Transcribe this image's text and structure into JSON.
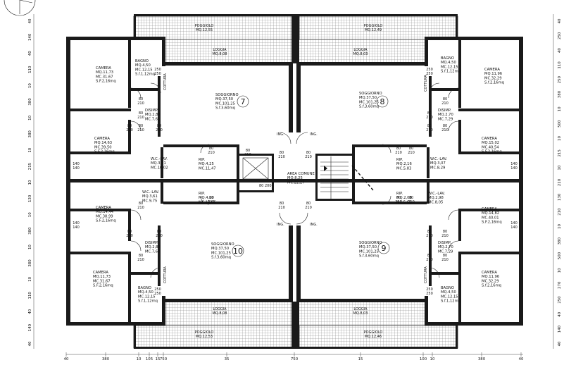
{
  "rooms": [
    {
      "id": "camera-tl",
      "lines": [
        "CAMERA",
        "MQ.11,73",
        "MC.31,67",
        "S.F.2,16mq"
      ]
    },
    {
      "id": "bagno-tl",
      "lines": [
        "BAGNO",
        "MQ.4,50",
        "MC.12,15",
        "S.f.1,12mq"
      ]
    },
    {
      "id": "disimp-tl",
      "lines": [
        "DISIMP.",
        "MQ.2,84",
        "MC.7,65"
      ]
    },
    {
      "id": "camera-ml",
      "lines": [
        "CAMERA",
        "MQ.14,63",
        "MC.39,50",
        "S.F.2,16mq"
      ]
    },
    {
      "id": "wc-tl",
      "lines": [
        "W.C.-LAV.",
        "MQ.3,71",
        "MC.10,02"
      ]
    },
    {
      "id": "rip-tl",
      "lines": [
        "RIP.",
        "MQ.4,25",
        "MC.11,47"
      ]
    },
    {
      "id": "soggiorno-7",
      "lines": [
        "SOGGIORNO",
        "MQ.37,50",
        "MC.101,25",
        "S.f.3,60mq"
      ]
    },
    {
      "id": "soggiorno-8",
      "lines": [
        "SOGGIORNO",
        "MQ.37,50",
        "MC.101,25",
        "S.f.3,60mq"
      ]
    },
    {
      "id": "bagno-tr",
      "lines": [
        "BAGNO",
        "MQ.4,50",
        "MC.12,15",
        "S.f.1,12mq"
      ]
    },
    {
      "id": "camera-tr",
      "lines": [
        "CAMERA",
        "MQ.11,96",
        "MC.32,29",
        "S.f.2,16mq"
      ]
    },
    {
      "id": "disimp-tr",
      "lines": [
        "DISIMP.",
        "MQ.2,70",
        "MC.7,29"
      ]
    },
    {
      "id": "camera-mr",
      "lines": [
        "CAMERA",
        "MQ.15,02",
        "MC.40,54",
        "S.F.2,16mq"
      ]
    },
    {
      "id": "wc-tr",
      "lines": [
        "W.C.-LAV.",
        "MQ.3,07",
        "MC.8,29"
      ]
    },
    {
      "id": "rip-tr",
      "lines": [
        "RIP.",
        "MQ.2,16",
        "MC.5,83"
      ]
    },
    {
      "id": "area-comune",
      "lines": [
        "AREA COMUNE",
        "MQ.8,25",
        "MC.22,27"
      ]
    },
    {
      "id": "wc-bl",
      "lines": [
        "W.C.-LAV.",
        "MQ.3,61",
        "MC.9,75"
      ]
    },
    {
      "id": "rip-bl",
      "lines": [
        "RIP.",
        "MQ.4,10",
        "MC.11,06"
      ]
    },
    {
      "id": "camera-bl1",
      "lines": [
        "CAMERA",
        "MQ.14,44",
        "MC.38,99",
        "S.F.2,16mq"
      ]
    },
    {
      "id": "rip-br",
      "lines": [
        "RIP.",
        "MQ.2,08",
        "MC.5,62"
      ]
    },
    {
      "id": "wc-br",
      "lines": [
        "W.C.-LAV.",
        "MQ.2,98",
        "MC.8,05"
      ]
    },
    {
      "id": "camera-br1",
      "lines": [
        "CAMERA",
        "MQ.14,82",
        "MC.40,01",
        "S.F.2,16mq"
      ]
    },
    {
      "id": "disimp-bl",
      "lines": [
        "DISIMP.",
        "MQ.2,83",
        "MC.7,64"
      ]
    },
    {
      "id": "soggiorno-10",
      "lines": [
        "SOGGIORNO",
        "MQ.37,50",
        "MC.101,25",
        "S.f.3,60mq"
      ]
    },
    {
      "id": "soggiorno-9",
      "lines": [
        "SOGGIORNO",
        "MQ.37,50",
        "MC.101,25",
        "S.f.3,60mq"
      ]
    },
    {
      "id": "disimp-br",
      "lines": [
        "DISIMP.",
        "MQ.2,70",
        "MC.7,29"
      ]
    },
    {
      "id": "camera-bl2",
      "lines": [
        "CAMERA",
        "MQ.11,73",
        "MC.31,67",
        "S.F.2,16mq"
      ]
    },
    {
      "id": "bagno-bl",
      "lines": [
        "BAGNO",
        "MQ.4,50",
        "MC.12,15",
        "S.f.1,12mq"
      ]
    },
    {
      "id": "bagno-br",
      "lines": [
        "BAGNO",
        "MQ.4,50",
        "MC.12,15",
        "S.f.1,12mq"
      ]
    },
    {
      "id": "camera-br2",
      "lines": [
        "CAMERA",
        "MQ.11,96",
        "MC.32,29",
        "S.f.2,16mq"
      ]
    }
  ],
  "loggias": [
    {
      "id": "loggia-tl",
      "lines": [
        "LOGGIA",
        "MQ.8,08"
      ]
    },
    {
      "id": "loggia-tr",
      "lines": [
        "LOGGIA",
        "MQ.8,03"
      ]
    },
    {
      "id": "loggia-bl",
      "lines": [
        "LOGGIA",
        "MQ.8,08"
      ]
    },
    {
      "id": "loggia-br",
      "lines": [
        "LOGGIA",
        "MQ.8,03"
      ]
    }
  ],
  "poggioli": [
    {
      "id": "poggiolo-tl",
      "lines": [
        "POGGIOLO",
        "MQ.12,55"
      ]
    },
    {
      "id": "poggiolo-tr",
      "lines": [
        "POGGIOLO",
        "MQ.12,49"
      ]
    },
    {
      "id": "poggiolo-bl",
      "lines": [
        "POGGIOLO",
        "MQ.12,53"
      ]
    },
    {
      "id": "poggiolo-br",
      "lines": [
        "POGGIOLO",
        "MQ.12,46"
      ]
    }
  ],
  "units": [
    "7",
    "8",
    "10",
    "9"
  ],
  "cotture": [
    "COTTURA",
    "COTTURA",
    "COTTURA",
    "COTTURA"
  ],
  "entrances": [
    "ING.",
    "ING.",
    "ING.",
    "ING."
  ],
  "doors": [
    "80\n210",
    "80\n210",
    "80\n210",
    "80\n210",
    "80\n210",
    "80\n210",
    "80\n210",
    "80\n210",
    "80\n210",
    "80\n210",
    "80\n210",
    "80\n210",
    "80\n210",
    "80\n210",
    "80\n210",
    "80\n210",
    "80\n210",
    "80\n210",
    "80\n210",
    "80\n210",
    "80\n210",
    "80\n210",
    "80\n210",
    "80\n210",
    "80\n210",
    "80\n210",
    "80\n210",
    "80\n210"
  ],
  "windows": [
    "140\n140",
    "140\n140",
    "140\n140",
    "140\n140",
    "250\n250",
    "250\n250",
    "250\n250",
    "250\n250"
  ],
  "dims": {
    "bottom": [
      "40",
      "380",
      "10",
      "105",
      "15",
      "750",
      "35",
      "750",
      "15",
      "100",
      "10",
      "380",
      "40"
    ],
    "left": [
      "40",
      "140",
      "40",
      "110",
      "10",
      "380",
      "10",
      "380",
      "10",
      "215",
      "10",
      "130",
      "10",
      "380",
      "10",
      "380",
      "10",
      "110",
      "40",
      "140",
      "40"
    ],
    "right": [
      "40",
      "250",
      "40",
      "110",
      "250",
      "380",
      "10",
      "500",
      "10",
      "215",
      "10",
      "210",
      "130",
      "210",
      "10",
      "380",
      "500",
      "10",
      "270",
      "250",
      "40",
      "140",
      "40"
    ]
  },
  "lift_labels": [
    "80\n200"
  ],
  "colors": {
    "wall": "#1a1a1a",
    "hatch": "#555555",
    "background": "#ffffff"
  }
}
